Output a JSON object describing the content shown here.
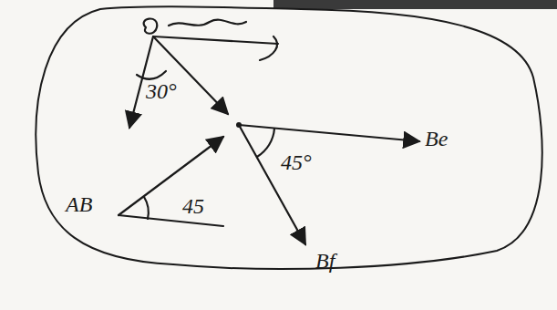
{
  "diagram": {
    "labels": [
      "30°",
      "45°",
      "Be",
      "Bf",
      "AB",
      "45"
    ]
  }
}
